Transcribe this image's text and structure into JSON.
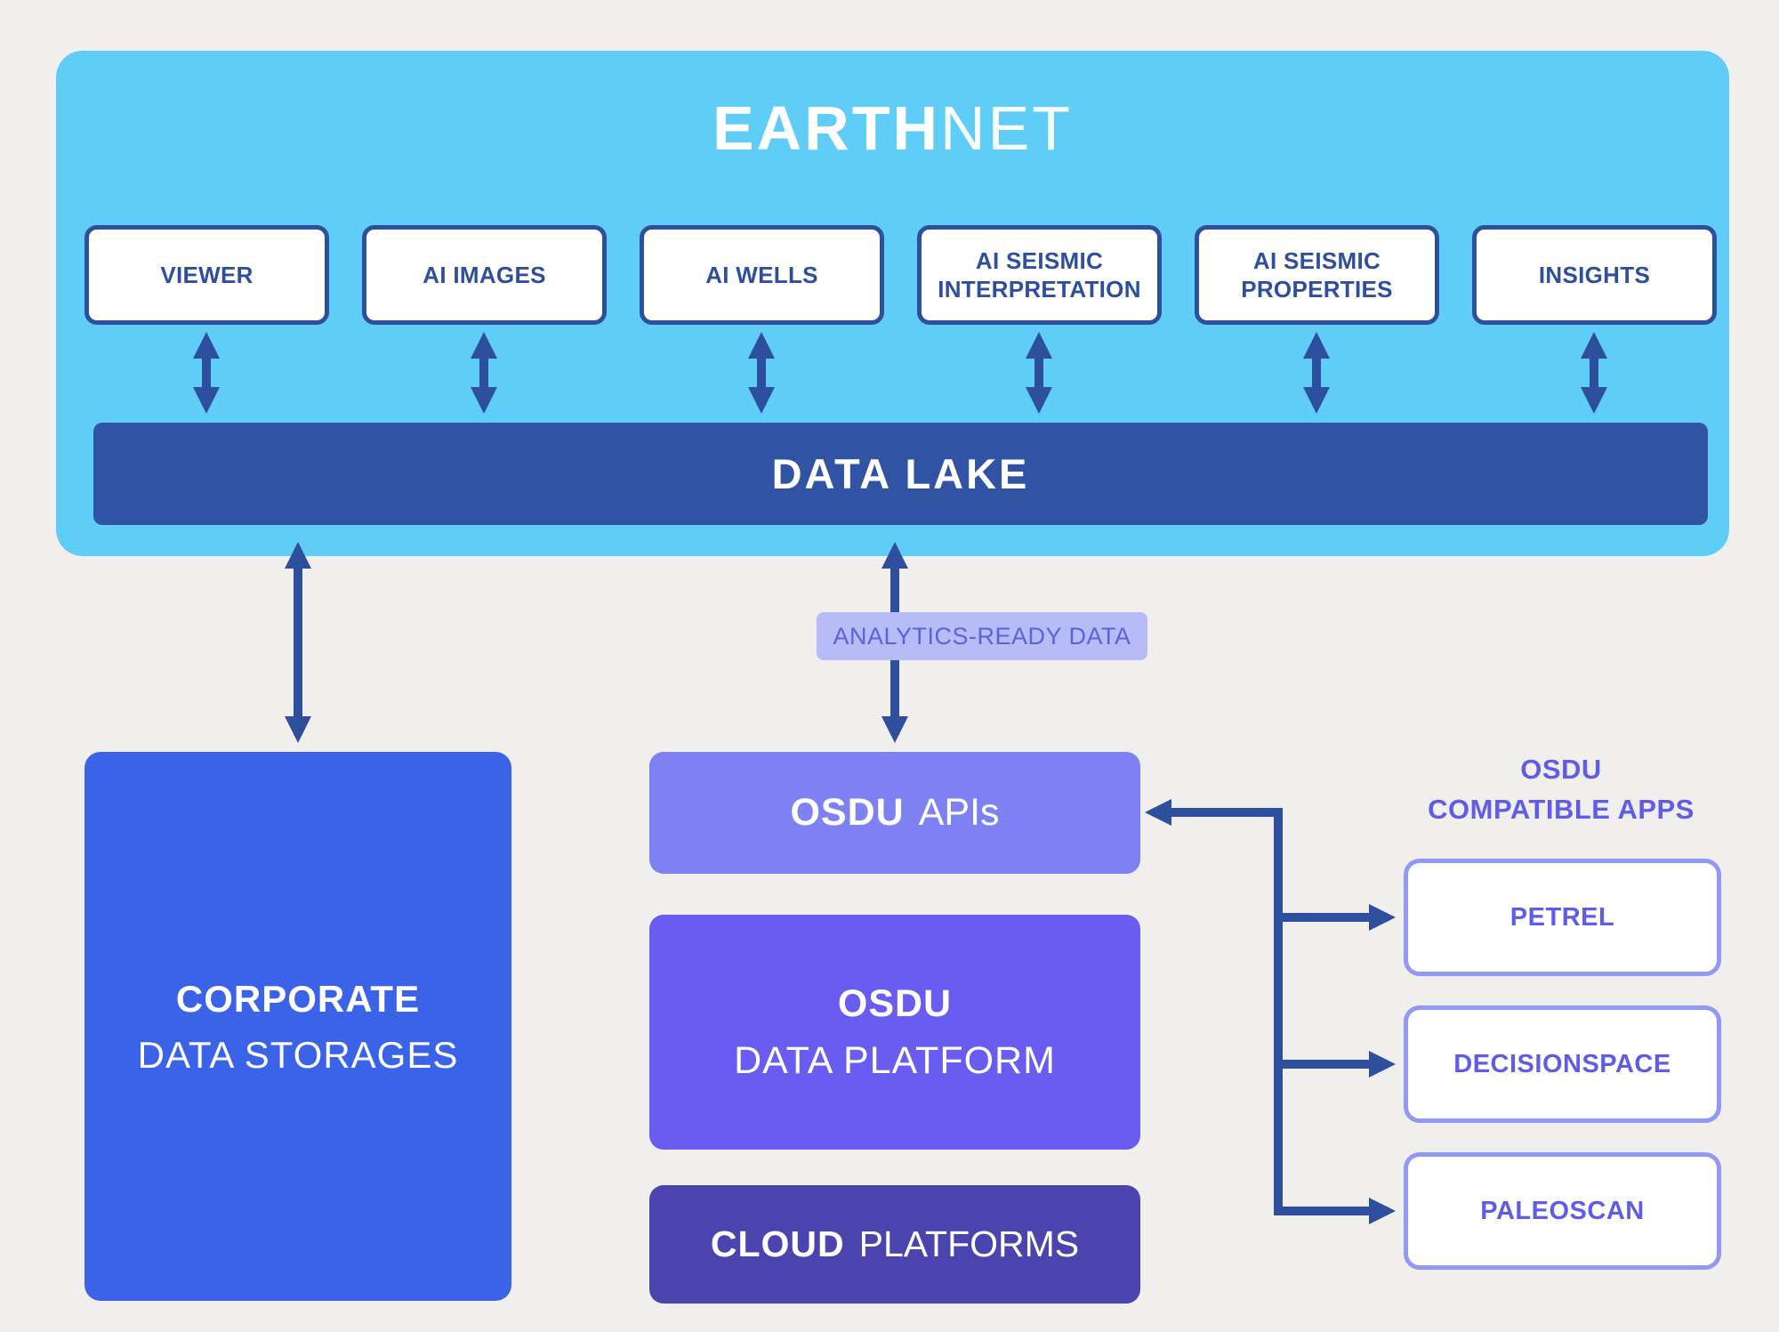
{
  "colors": {
    "background": "#F1EFED",
    "sky_panel": "#5FCDF6",
    "navy_accent": "#2D4F9E",
    "data_lake_bar": "#3054A3",
    "corporate_blue": "#3B63E8",
    "osdu_apis_purple": "#7D81F2",
    "osdu_platform_purple": "#695CF0",
    "cloud_indigo": "#4A44AE",
    "analytics_pill_bg": "#B7BCF7",
    "analytics_pill_text": "#5C63D9",
    "compatible_box_border": "#9298F5",
    "compatible_text": "#5F5CE8"
  },
  "earthnet": {
    "title_bold": "EARTH",
    "title_light": "NET",
    "apps": [
      "VIEWER",
      "AI IMAGES",
      "AI WELLS",
      "AI SEISMIC INTERPRETATION",
      "AI SEISMIC PROPERTIES",
      "INSIGHTS"
    ],
    "data_lake_label": "DATA LAKE"
  },
  "analytics_label": "ANALYTICS-READY DATA",
  "corporate_storage": {
    "line1": "CORPORATE",
    "line2": "DATA STORAGES"
  },
  "osdu_stack": {
    "apis_bold": "OSDU",
    "apis_light": "APIs",
    "platform_line1": "OSDU",
    "platform_line2": "DATA PLATFORM",
    "cloud_bold": "CLOUD",
    "cloud_light": "PLATFORMS"
  },
  "compatible_apps": {
    "title_line1": "OSDU",
    "title_line2": "COMPATIBLE APPS",
    "items": [
      "PETREL",
      "DECISIONSPACE",
      "PALEOSCAN"
    ]
  }
}
